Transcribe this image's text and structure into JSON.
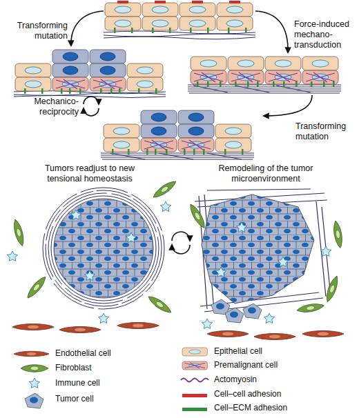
{
  "diagram": {
    "labels": [
      "Transforming mutation",
      "Force-induced mechano-transduction",
      "Mechanico-reciprocity",
      "Transforming mutation",
      "Tumors readjust to new tensional homeostasis",
      "Remodeling of the tumor microenvironment"
    ],
    "legend": [
      {
        "text": "Endothelial cell"
      },
      {
        "text": "Fibroblast"
      },
      {
        "text": "Immune cell"
      },
      {
        "text": "Tumor cell"
      },
      {
        "text": "Epithelial cell"
      },
      {
        "text": "Premalignant cell"
      },
      {
        "text": "Actomyosin"
      },
      {
        "text": "Cell–cell adhesion",
        "color": "#d42a2a"
      },
      {
        "text": "Cell–ECM adhesion",
        "color": "#2f8f3a"
      }
    ]
  }
}
